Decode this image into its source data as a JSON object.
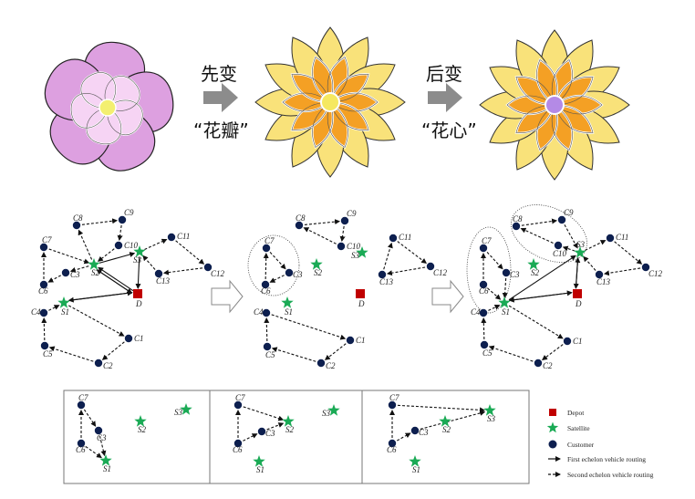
{
  "top": {
    "step1_label": "先变",
    "step1_caption": "“花瓣”",
    "step2_label": "后变",
    "step2_caption": "“花心”"
  },
  "nodes": {
    "depot": "D",
    "satellites": [
      "S1",
      "S2",
      "S3"
    ],
    "customers": [
      "C1",
      "C2",
      "C3",
      "C4",
      "C5",
      "C6",
      "C7",
      "C8",
      "C9",
      "C10",
      "C11",
      "C12",
      "C13"
    ]
  },
  "legend": {
    "depot": "Depot",
    "satellite": "Satellite",
    "customer": "Customer",
    "first_echelon": "First echelon vehicle routing",
    "second_echelon": "Second echelon vehicle routing"
  },
  "colors": {
    "depot": "#c00000",
    "satellite": "#1aaa55",
    "customer": "#0d1f4f",
    "petal_pink": "#dda0e0",
    "petal_yellow": "#f9e27a",
    "petal_orange": "#f4a024",
    "center_purple": "#b48ae6"
  }
}
